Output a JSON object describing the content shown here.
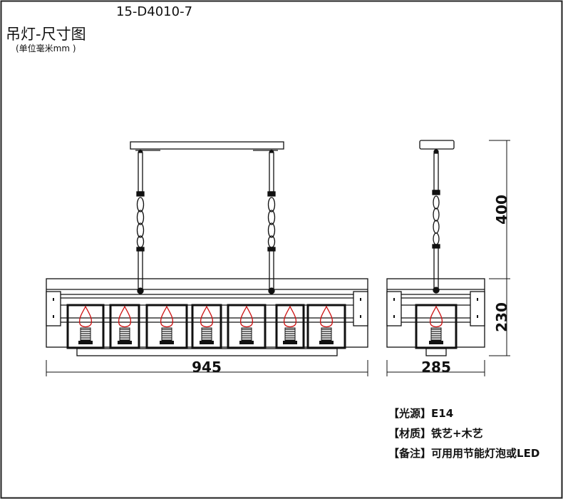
{
  "header": {
    "model_code": "15-D4010-7",
    "title": "吊灯-尺寸图",
    "unit_note": "(单位毫米mm )"
  },
  "dimensions": {
    "front_width": "945",
    "side_width": "285",
    "chain_height": "400",
    "body_height": "230"
  },
  "specs": [
    {
      "label": "【光源】",
      "value": "E14"
    },
    {
      "label": "【材质】",
      "value": "铁艺+木艺"
    },
    {
      "label": "【备注】",
      "value": "可用用节能灯泡或LED"
    }
  ],
  "colors": {
    "frame_border": "#222222",
    "line": "#111111",
    "bulb_outline": "#cc1111"
  }
}
